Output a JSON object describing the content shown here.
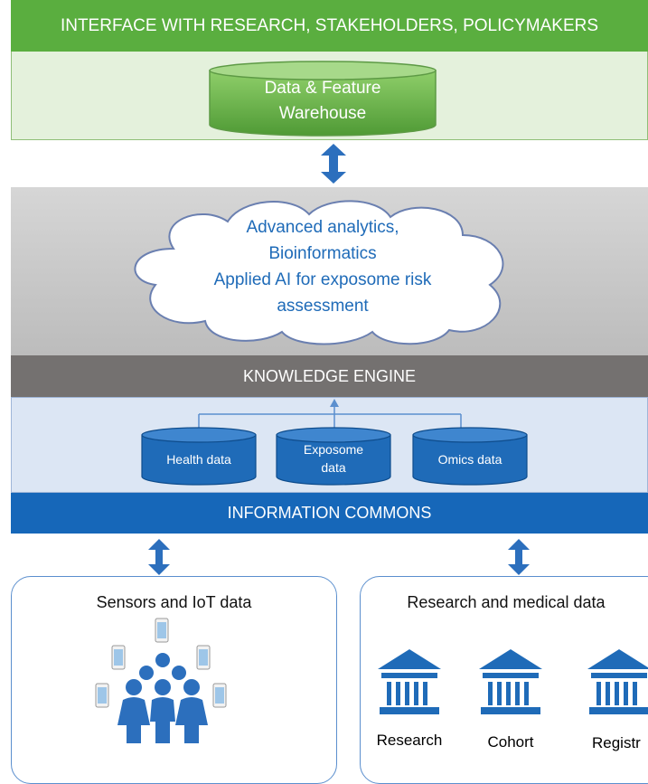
{
  "top_section": {
    "title": "INTERFACE WITH RESEARCH, STAKEHOLDERS, POLICYMAKERS",
    "warehouse_line1": "Data & Feature",
    "warehouse_line2": "Warehouse"
  },
  "analytics_cloud": {
    "line1": "Advanced analytics,",
    "line2": "Bioinformatics",
    "line3": "Applied AI for exposome risk",
    "line4": "assessment"
  },
  "knowledge_engine": {
    "title": "KNOWLEDGE ENGINE"
  },
  "databases": {
    "health_line1": "Health data",
    "exposome_line1": "Exposome",
    "exposome_line2": "data",
    "omics_line1": "Omics data"
  },
  "information_commons": {
    "title": "INFORMATION COMMONS"
  },
  "sensors_panel": {
    "title": "Sensors and IoT data"
  },
  "research_panel": {
    "title": "Research and medical data",
    "items": [
      "Research",
      "Cohort",
      "Registr"
    ]
  },
  "colors": {
    "green_band": "#5aae3f",
    "green_panel": "#e4f1dc",
    "gray_panel": "#c9c9c9",
    "dark_gray_band": "#747170",
    "light_blue_panel": "#dce6f4",
    "blue_band": "#1667b9",
    "accent_blue": "#2c6fbd"
  }
}
